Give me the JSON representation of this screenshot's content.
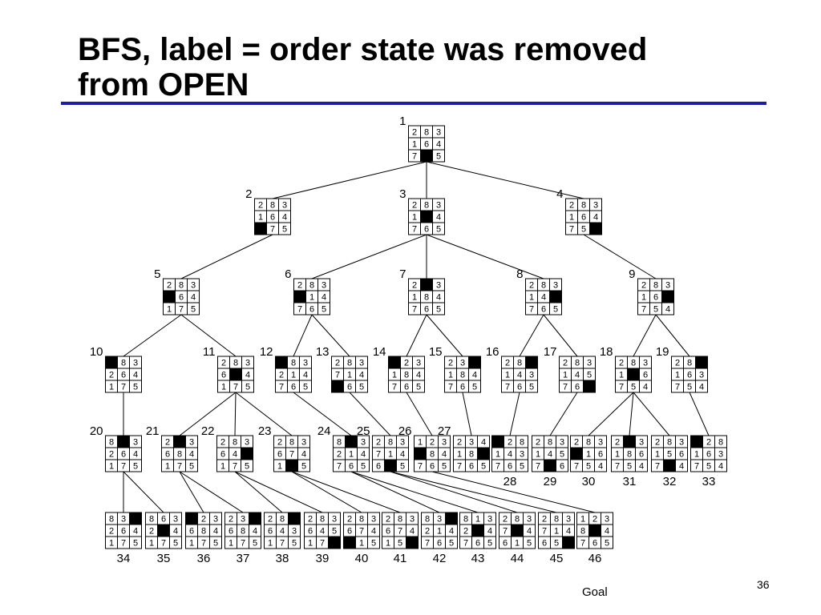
{
  "slide": {
    "title_line1": "BFS, label = order state was removed",
    "title_line2": "from OPEN",
    "page_number": "36",
    "goal_label": "Goal"
  },
  "tree": {
    "nodes": [
      {
        "id": 1,
        "label": "1",
        "grid": [
          2,
          8,
          3,
          1,
          6,
          4,
          7,
          0,
          5
        ]
      },
      {
        "id": 2,
        "label": "2",
        "grid": [
          2,
          8,
          3,
          1,
          6,
          4,
          0,
          7,
          5
        ]
      },
      {
        "id": 3,
        "label": "3",
        "grid": [
          2,
          8,
          3,
          1,
          0,
          4,
          7,
          6,
          5
        ]
      },
      {
        "id": 4,
        "label": "4",
        "grid": [
          2,
          8,
          3,
          1,
          6,
          4,
          7,
          5,
          0
        ]
      },
      {
        "id": 5,
        "label": "5",
        "grid": [
          2,
          8,
          3,
          0,
          6,
          4,
          1,
          7,
          5
        ]
      },
      {
        "id": 6,
        "label": "6",
        "grid": [
          2,
          8,
          3,
          0,
          1,
          4,
          7,
          6,
          5
        ]
      },
      {
        "id": 7,
        "label": "7",
        "grid": [
          2,
          0,
          3,
          1,
          8,
          4,
          7,
          6,
          5
        ]
      },
      {
        "id": 8,
        "label": "8",
        "grid": [
          2,
          8,
          3,
          1,
          4,
          0,
          7,
          6,
          5
        ]
      },
      {
        "id": 9,
        "label": "9",
        "grid": [
          2,
          8,
          3,
          1,
          6,
          0,
          7,
          5,
          4
        ]
      },
      {
        "id": 10,
        "label": "10",
        "grid": [
          0,
          8,
          3,
          2,
          6,
          4,
          1,
          7,
          5
        ]
      },
      {
        "id": 11,
        "label": "11",
        "grid": [
          2,
          8,
          3,
          6,
          0,
          4,
          1,
          7,
          5
        ]
      },
      {
        "id": 12,
        "label": "12",
        "grid": [
          0,
          8,
          3,
          2,
          1,
          4,
          7,
          6,
          5
        ]
      },
      {
        "id": 13,
        "label": "13",
        "grid": [
          2,
          8,
          3,
          7,
          1,
          4,
          0,
          6,
          5
        ]
      },
      {
        "id": 14,
        "label": "14",
        "grid": [
          0,
          2,
          3,
          1,
          8,
          4,
          7,
          6,
          5
        ]
      },
      {
        "id": 15,
        "label": "15",
        "grid": [
          2,
          3,
          0,
          1,
          8,
          4,
          7,
          6,
          5
        ]
      },
      {
        "id": 16,
        "label": "16",
        "grid": [
          2,
          8,
          0,
          1,
          4,
          3,
          7,
          6,
          5
        ]
      },
      {
        "id": 17,
        "label": "17",
        "grid": [
          2,
          8,
          3,
          1,
          4,
          5,
          7,
          6,
          0
        ]
      },
      {
        "id": 18,
        "label": "18",
        "grid": [
          2,
          8,
          3,
          1,
          0,
          6,
          7,
          5,
          4
        ]
      },
      {
        "id": 19,
        "label": "19",
        "grid": [
          2,
          8,
          0,
          1,
          6,
          3,
          7,
          5,
          4
        ]
      },
      {
        "id": 20,
        "label": "20",
        "grid": [
          8,
          0,
          3,
          2,
          6,
          4,
          1,
          7,
          5
        ]
      },
      {
        "id": 21,
        "label": "21",
        "grid": [
          2,
          0,
          3,
          6,
          8,
          4,
          1,
          7,
          5
        ]
      },
      {
        "id": 22,
        "label": "22",
        "grid": [
          2,
          8,
          3,
          6,
          4,
          0,
          1,
          7,
          5
        ]
      },
      {
        "id": 23,
        "label": "23",
        "grid": [
          2,
          8,
          3,
          6,
          7,
          4,
          1,
          0,
          5
        ]
      },
      {
        "id": 24,
        "label": "24",
        "grid": [
          8,
          0,
          3,
          2,
          1,
          4,
          7,
          6,
          5
        ]
      },
      {
        "id": 25,
        "label": "25",
        "grid": [
          2,
          8,
          3,
          7,
          1,
          4,
          6,
          0,
          5
        ]
      },
      {
        "id": 26,
        "label": "26",
        "grid": [
          1,
          2,
          3,
          0,
          8,
          4,
          7,
          6,
          5
        ]
      },
      {
        "id": 27,
        "label": "27",
        "grid": [
          2,
          3,
          4,
          1,
          8,
          0,
          7,
          6,
          5
        ]
      },
      {
        "id": 28,
        "label": "28",
        "grid": [
          0,
          2,
          8,
          1,
          4,
          3,
          7,
          6,
          5
        ]
      },
      {
        "id": 29,
        "label": "29",
        "grid": [
          2,
          8,
          3,
          1,
          4,
          5,
          7,
          0,
          6
        ]
      },
      {
        "id": 30,
        "label": "30",
        "grid": [
          2,
          8,
          3,
          0,
          1,
          6,
          7,
          5,
          4
        ]
      },
      {
        "id": 31,
        "label": "31",
        "grid": [
          2,
          0,
          3,
          1,
          8,
          6,
          7,
          5,
          4
        ]
      },
      {
        "id": 32,
        "label": "32",
        "grid": [
          2,
          8,
          3,
          1,
          5,
          6,
          7,
          0,
          4
        ]
      },
      {
        "id": 33,
        "label": "33",
        "grid": [
          0,
          2,
          8,
          1,
          6,
          3,
          7,
          5,
          4
        ]
      },
      {
        "id": 34,
        "label": "34",
        "grid": [
          8,
          3,
          0,
          2,
          6,
          4,
          1,
          7,
          5
        ]
      },
      {
        "id": 35,
        "label": "35",
        "grid": [
          8,
          6,
          3,
          2,
          0,
          4,
          1,
          7,
          5
        ]
      },
      {
        "id": 36,
        "label": "36",
        "grid": [
          0,
          2,
          3,
          6,
          8,
          4,
          1,
          7,
          5
        ]
      },
      {
        "id": 37,
        "label": "37",
        "grid": [
          2,
          3,
          0,
          6,
          8,
          4,
          1,
          7,
          5
        ]
      },
      {
        "id": 38,
        "label": "38",
        "grid": [
          2,
          8,
          0,
          6,
          4,
          3,
          1,
          7,
          5
        ]
      },
      {
        "id": 39,
        "label": "39",
        "grid": [
          2,
          8,
          3,
          6,
          4,
          5,
          1,
          7,
          0
        ]
      },
      {
        "id": 40,
        "label": "40",
        "grid": [
          2,
          8,
          3,
          6,
          7,
          4,
          0,
          1,
          5
        ]
      },
      {
        "id": 41,
        "label": "41",
        "grid": [
          2,
          8,
          3,
          6,
          7,
          4,
          1,
          5,
          0
        ]
      },
      {
        "id": 42,
        "label": "42",
        "grid": [
          8,
          3,
          0,
          2,
          1,
          4,
          7,
          6,
          5
        ]
      },
      {
        "id": 43,
        "label": "43",
        "grid": [
          8,
          1,
          3,
          2,
          0,
          4,
          7,
          6,
          5
        ]
      },
      {
        "id": 44,
        "label": "44",
        "grid": [
          2,
          8,
          3,
          7,
          0,
          4,
          6,
          1,
          5
        ]
      },
      {
        "id": 45,
        "label": "45",
        "grid": [
          2,
          8,
          3,
          7,
          1,
          4,
          6,
          5,
          0
        ]
      },
      {
        "id": 46,
        "label": "46",
        "grid": [
          1,
          2,
          3,
          8,
          0,
          4,
          7,
          6,
          5
        ]
      }
    ],
    "edges": [
      [
        1,
        2
      ],
      [
        1,
        3
      ],
      [
        1,
        4
      ],
      [
        2,
        5
      ],
      [
        3,
        6
      ],
      [
        3,
        7
      ],
      [
        3,
        8
      ],
      [
        4,
        9
      ],
      [
        5,
        10
      ],
      [
        5,
        11
      ],
      [
        6,
        12
      ],
      [
        6,
        13
      ],
      [
        7,
        14
      ],
      [
        7,
        15
      ],
      [
        8,
        16
      ],
      [
        8,
        17
      ],
      [
        9,
        18
      ],
      [
        9,
        19
      ],
      [
        10,
        20
      ],
      [
        11,
        21
      ],
      [
        11,
        22
      ],
      [
        11,
        23
      ],
      [
        12,
        24
      ],
      [
        13,
        25
      ],
      [
        14,
        26
      ],
      [
        15,
        27
      ],
      [
        16,
        28
      ],
      [
        17,
        29
      ],
      [
        18,
        30
      ],
      [
        18,
        31
      ],
      [
        18,
        32
      ],
      [
        19,
        33
      ],
      [
        20,
        34
      ],
      [
        20,
        35
      ],
      [
        21,
        36
      ],
      [
        21,
        37
      ],
      [
        22,
        38
      ],
      [
        22,
        39
      ],
      [
        23,
        40
      ],
      [
        23,
        41
      ],
      [
        24,
        42
      ],
      [
        24,
        43
      ],
      [
        25,
        44
      ],
      [
        25,
        45
      ],
      [
        26,
        46
      ]
    ]
  }
}
